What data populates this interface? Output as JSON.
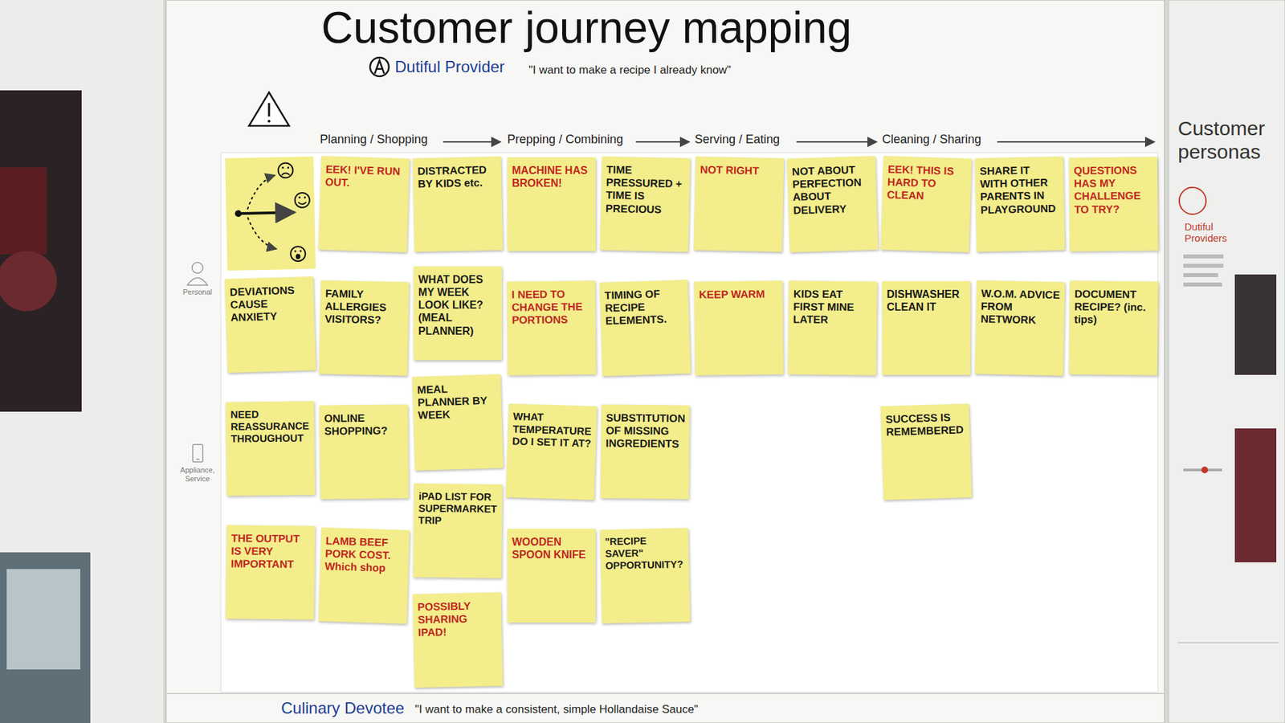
{
  "diagram": {
    "title": "Customer journey mapping",
    "nodes": [
      {
        "text": [
          "DEVIATIONS CAUSE ANXIETY"
        ]
      },
      {
        "text": [
          "NEED REASSURANCE THROUGHOUT"
        ]
      },
      {
        "text": [
          "THE OUTPUT IS VERY IMPORTANT"
        ]
      },
      {
        "text": [
          "EEK! I'VE RUN OUT."
        ]
      },
      {
        "text": [
          "DISTRACTED BY KIDS etc."
        ]
      },
      {
        "text": [
          "WHAT DOES MY WEEK LOOK LIKE? (MEAL PLANNER)"
        ]
      },
      {
        "text": [
          "FAMILY ALLERGIES VISITORS?"
        ]
      },
      {
        "text": [
          "MEAL PLANNER BY WEEK"
        ]
      },
      {
        "text": [
          "ONLINE SHOPPING?"
        ]
      },
      {
        "text": [
          "iPAD LIST FOR SUPERMARKET TRIP"
        ]
      },
      {
        "text": [
          "LAMB BEEF PORK COST. Which shop"
        ]
      },
      {
        "text": [
          "POSSIBLY SHARING IPAD!"
        ]
      },
      {
        "text": [
          "MACHINE HAS BROKEN!"
        ]
      },
      {
        "text": [
          "TIME PRESSURED + TIME IS PRECIOUS"
        ]
      },
      {
        "text": [
          "TIMING OF RECIPE ELEMENTS."
        ]
      },
      {
        "text": [
          "I NEED TO CHANGE THE PORTIONS"
        ]
      },
      {
        "text": [
          "SUBSTITUTION OF MISSING INGREDIENTS"
        ]
      },
      {
        "text": [
          "WHAT TEMPERATURE DO I SET IT AT?"
        ]
      },
      {
        "text": [
          "\"RECIPE SAVER\" OPPORTUNITY?"
        ]
      },
      {
        "text": [
          "WOODEN SPOON KNIFE"
        ]
      },
      {
        "text": [
          "NOT RIGHT"
        ]
      },
      {
        "text": [
          "NOT ABOUT PERFECTION ABOUT DELIVERY"
        ]
      },
      {
        "text": [
          "KEEP WARM"
        ]
      },
      {
        "text": [
          "KIDS EAT FIRST MINE LATER"
        ]
      },
      {
        "text": [
          "EEK! THIS IS HARD TO CLEAN"
        ]
      },
      {
        "text": [
          "SHARE IT WITH OTHER PARENTS IN PLAYGROUND"
        ]
      },
      {
        "text": [
          "DISHWASHER CLEAN IT"
        ]
      },
      {
        "text": [
          "W.O.M. ADVICE FROM NETWORK"
        ]
      },
      {
        "text": [
          "SUCCESS IS REMEMBERED"
        ]
      },
      {
        "text": [
          "QUESTIONS HAS MY CHALLENGE TO TRY?"
        ]
      },
      {
        "text": [
          "DOCUMENT RECIPE? (inc. tips)"
        ]
      }
    ],
    "labels": [
      "Dutiful Provider",
      "\"I want to make a recipe I already know\"",
      "Planning / Shopping",
      "Prepping / Combining",
      "Serving / Eating",
      "Cleaning / Sharing",
      "Personal",
      "Appliance, Service",
      "Culinary Devotee",
      "\"I want to make a consistent, simple Hollandaise Sauce\"",
      "Customer personas",
      "Dutiful Providers"
    ]
  }
}
